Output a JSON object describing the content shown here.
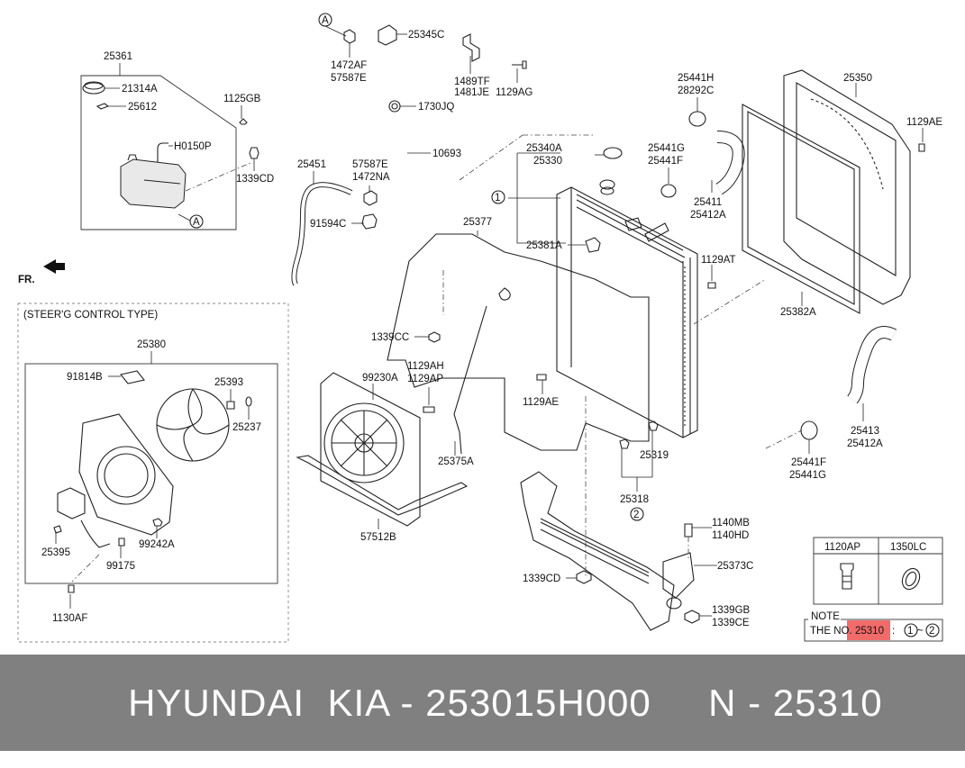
{
  "footer": {
    "brand": "HYUNDAI",
    "make": "KIA",
    "sep1": "-",
    "oem_number": "253015H000",
    "n_label": "N",
    "sep2": "-",
    "ref_number": "25310"
  },
  "direction": {
    "fr_label": "FR."
  },
  "steering_box": {
    "title": "(STEER'G CONTROL TYPE)"
  },
  "note_box": {
    "header": "NOTE",
    "text_prefix": "THE NO.",
    "highlight": "25310",
    "highlight_color": "#f26b6b",
    "separator": ":",
    "range_start": "①",
    "range_tilde": "~",
    "range_end": "②"
  },
  "fastener_table": {
    "col1": "1120AP",
    "col2": "1350LC"
  },
  "callouts": {
    "a_circle": "A",
    "one": "1",
    "two": "2"
  },
  "labels": {
    "l25361": "25361",
    "l21314A": "21314A",
    "l25612": "25612",
    "l1125GB": "1125GB",
    "lH0150P": "H0150P",
    "l1339CD_top": "1339CD",
    "l25345C": "25345C",
    "l1472AF": "1472AF",
    "l57587E_top": "57587E",
    "l1489TF": "1489TF",
    "l1481JE": "1481JE",
    "l1129AG": "1129AG",
    "l1730JQ": "1730JQ",
    "l10693": "10693",
    "l25451": "25451",
    "l57587E_mid": "57587E",
    "l1472NA": "1472NA",
    "l91594C": "91594C",
    "l25441H": "25441H",
    "l28292C": "28292C",
    "l25350": "25350",
    "l1129AE_right": "1129AE",
    "l25340A": "25340A",
    "l25330": "25330",
    "l25441G_top": "25441G",
    "l25441F_top": "25441F",
    "l25411": "25411",
    "l25412A_top": "25412A",
    "l25377": "25377",
    "l25381A": "25381A",
    "l1129AT": "1129AT",
    "l25382A": "25382A",
    "l1339CC": "1339CC",
    "l1129AH": "1129AH",
    "l1129AP": "1129AP",
    "l99230A": "99230A",
    "l1129AE_mid": "1129AE",
    "l25413": "25413",
    "l25412A_bot": "25412A",
    "l25319": "25319",
    "l25441F_bot": "25441F",
    "l25441G_bot": "25441G",
    "l25375A": "25375A",
    "l25318": "25318",
    "l25380": "25380",
    "l91814B": "91814B",
    "l25393": "25393",
    "l25237": "25237",
    "l25395": "25395",
    "l99242A": "99242A",
    "l99175": "99175",
    "l1130AF": "1130AF",
    "l57512B": "57512B",
    "l1140MB": "1140MB",
    "l1140HD": "1140HD",
    "l25373C": "25373C",
    "l1339CD_bot": "1339CD",
    "l1339GB": "1339GB",
    "l1339CE": "1339CE"
  }
}
